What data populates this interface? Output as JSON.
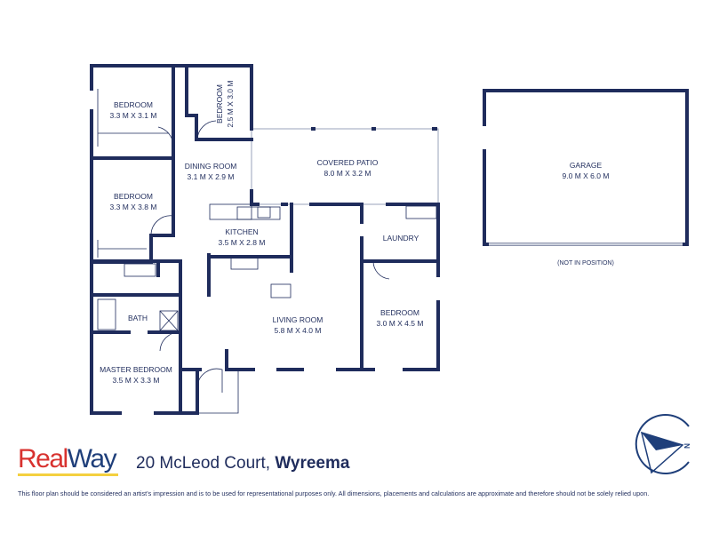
{
  "rooms": {
    "bedroom1": {
      "name": "BEDROOM",
      "size": "3.3 M X 3.1 M"
    },
    "bedroom2": {
      "name": "BEDROOM",
      "size": "2.5 M X 3.0 M"
    },
    "bedroom3": {
      "name": "BEDROOM",
      "size": "3.3 M X 3.8 M"
    },
    "dining": {
      "name": "DINING ROOM",
      "size": "3.1 M X 2.9 M"
    },
    "patio": {
      "name": "COVERED PATIO",
      "size": "8.0 M X 3.2 M"
    },
    "kitchen": {
      "name": "KITCHEN",
      "size": "3.5 M X 2.8 M"
    },
    "laundry": {
      "name": "LAUNDRY"
    },
    "bath": {
      "name": "BATH"
    },
    "living": {
      "name": "LIVING ROOM",
      "size": "5.8 M X 4.0 M"
    },
    "bedroom4": {
      "name": "BEDROOM",
      "size": "3.0 M X 4.5 M"
    },
    "master": {
      "name": "MASTER BEDROOM",
      "size": "3.5 M X 3.3 M"
    },
    "garage": {
      "name": "GARAGE",
      "size": "9.0 M X 6.0 M",
      "note": "(NOT IN POSITION)"
    }
  },
  "brand": {
    "part1": "Real",
    "part2": "Way"
  },
  "address": {
    "street": "20 McLeod Court,",
    "suburb": "Wyreema"
  },
  "compass": {
    "letter": "N"
  },
  "disclaimer": "This floor plan should be considered an artist's impression and is to be used for representational purposes only. All dimensions, placements and calculations are approximate and therefore should not be solely relied upon.",
  "colors": {
    "wall": "#1f2c5c",
    "brand_red": "#d8322f",
    "brand_blue": "#1f3f7a",
    "underline": "#f4d03f"
  }
}
